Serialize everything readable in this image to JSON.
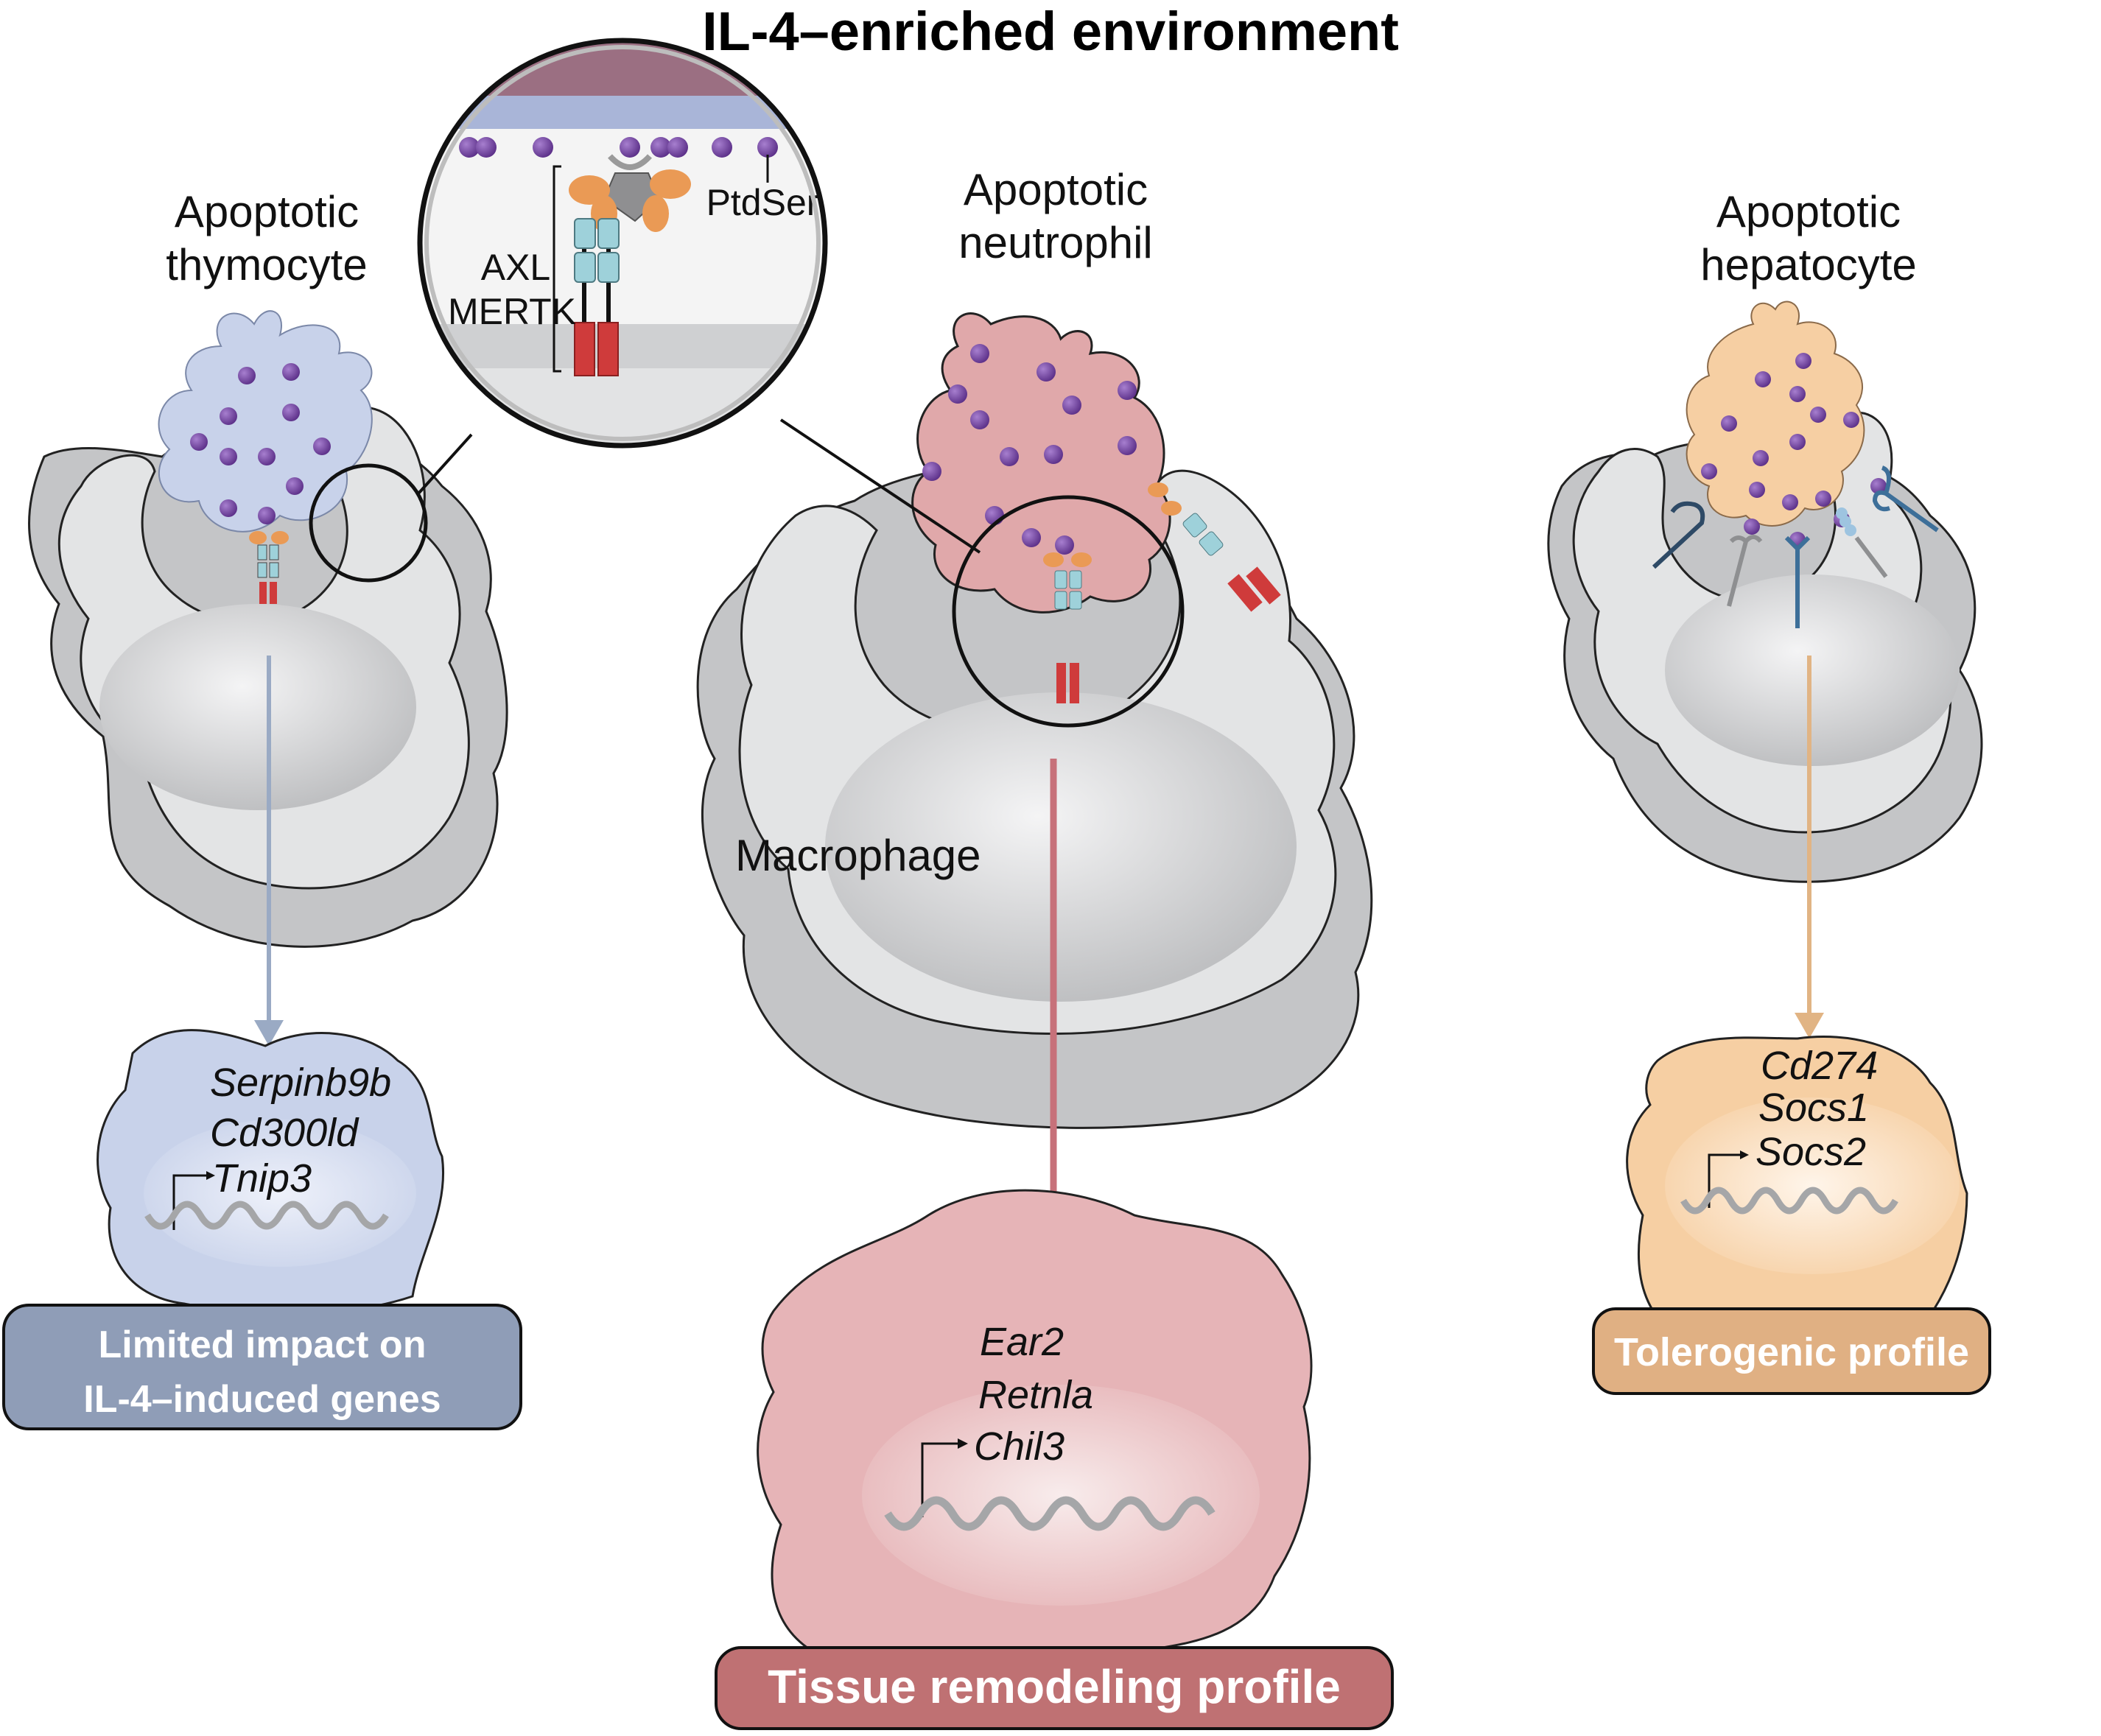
{
  "title": "IL-4–enriched environment",
  "colors": {
    "thymocyte": "#c8d2ea",
    "thymocyte_dark": "#97a3bf",
    "neutrophil": "#e0a8aa",
    "neutrophil_dark": "#c27377",
    "hepatocyte": "#f6cfa3",
    "hepatocyte_dark": "#d9a777",
    "macrophage": "#e3e4e5",
    "macrophage_shadow": "#c4c5c7",
    "ptdser": "#7b4aa6",
    "receptor_red": "#cf3b3b",
    "receptor_teal": "#9ed1da",
    "receptor_orange": "#ea9a55",
    "arrow_left": "#9aaac4",
    "arrow_center": "#c7717a",
    "arrow_right": "#e1b484",
    "box_left": "#8f9db7",
    "box_center": "#bf7173",
    "box_right": "#e0b083"
  },
  "inset": {
    "receptor_label_line1": "AXL",
    "receptor_label_line2": "MERTK",
    "ligand_label": "PtdSer"
  },
  "panels": [
    {
      "id": "thymocyte",
      "cell_label_line1": "Apoptotic",
      "cell_label_line2": "thymocyte",
      "genes": [
        "Serpinb9b",
        "Cd300ld",
        "Tnip3"
      ],
      "outcome_line1": "Limited impact on",
      "outcome_line2": "IL-4–induced genes"
    },
    {
      "id": "neutrophil",
      "cell_label_line1": "Apoptotic",
      "cell_label_line2": "neutrophil",
      "macrophage_label": "Macrophage",
      "genes": [
        "Ear2",
        "Retnla",
        "Chil3"
      ],
      "outcome_line1": "Tissue remodeling profile"
    },
    {
      "id": "hepatocyte",
      "cell_label_line1": "Apoptotic",
      "cell_label_line2": "hepatocyte",
      "genes": [
        "Cd274",
        "Socs1",
        "Socs2"
      ],
      "outcome_line1": "Tolerogenic profile"
    }
  ]
}
